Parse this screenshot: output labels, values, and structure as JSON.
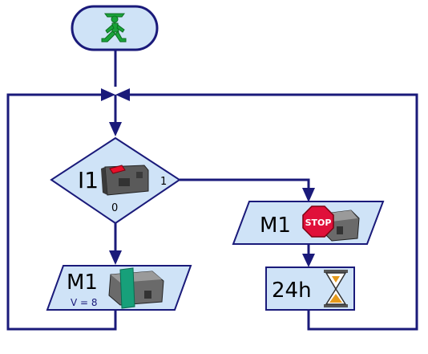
{
  "diagram": {
    "decision": {
      "input_label": "I1",
      "branch_true": "1",
      "branch_false": "0"
    },
    "motor_stop": {
      "label": "M1",
      "stop_sign_text": "STOP"
    },
    "motor_run": {
      "label": "M1",
      "speed_text": "V = 8"
    },
    "wait": {
      "label": "24h"
    }
  },
  "colors": {
    "flow": "#1a1a7a",
    "shape_fill": "#cfe3f7",
    "start_figure": "#1aa33a",
    "stop_sign": "#e0103a",
    "motor_band": "#17a07a",
    "hourglass_sand": "#e59a1c"
  },
  "icons": {
    "start": "walking-figure-icon",
    "switch": "push-switch-icon",
    "motor": "motor-icon",
    "stop": "stop-sign-icon",
    "timer": "hourglass-icon"
  }
}
